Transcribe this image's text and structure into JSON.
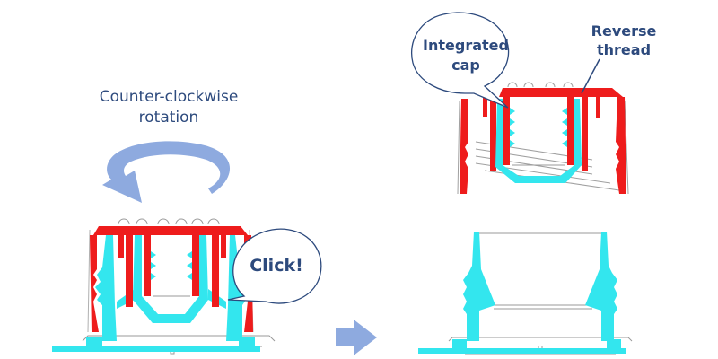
{
  "diagram": {
    "title": "Integrated cap opening by counter-clockwise rotation",
    "colors": {
      "cap": "#ee1c1c",
      "spout": "#33e6ee",
      "outline": "#9a9a9a",
      "label_text": "#2d4a7d",
      "arrow_fill": "#8eaadf",
      "bubble_stroke": "#2d4a7d"
    },
    "labels": {
      "rotation_line1": "Counter-clockwise",
      "rotation_line2": "rotation",
      "click": "Click!",
      "integrated_cap_line1": "Integrated",
      "integrated_cap_line2": "cap",
      "reverse_thread_line1": "Reverse",
      "reverse_thread_line2": "thread"
    },
    "panels": [
      {
        "id": "assembled",
        "description": "Cap and spout assembled, cap rotated counter-clockwise"
      },
      {
        "id": "cap-removed",
        "description": "Cap with integrated inner piece removed via reverse thread"
      },
      {
        "id": "spout-open",
        "description": "Spout left open after cap removal"
      }
    ],
    "icons": {
      "rotation_arrow": "counter-clockwise-arrow-icon",
      "step_arrow": "right-arrow-icon"
    }
  }
}
